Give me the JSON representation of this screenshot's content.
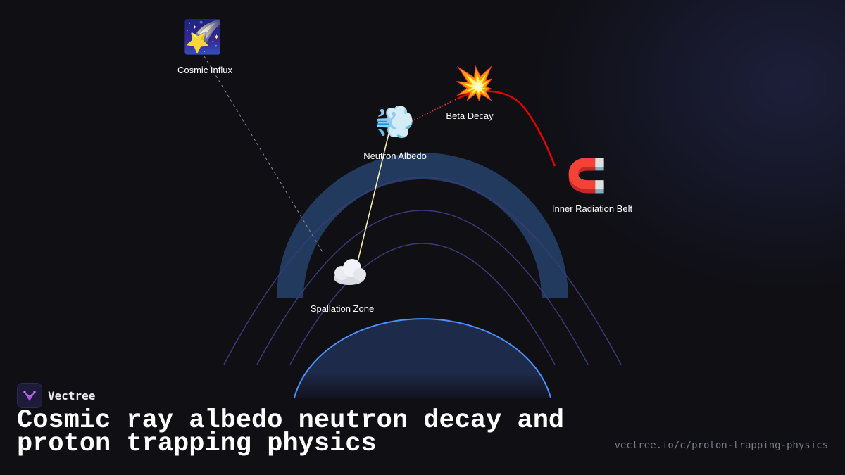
{
  "brand": {
    "name": "Vectree",
    "logo_icon": "vectree-logo-icon"
  },
  "title": "Cosmic ray albedo neutron decay and proton trapping physics",
  "url": "vectree.io/c/proton-trapping-physics",
  "colors": {
    "background": "#0f0f14",
    "planet": "#1e2a4a",
    "planet_edge": "#4a90ff",
    "belt": "#223a5e",
    "field_lines": "#3a3a7a",
    "edge_cosmic": "#8a8a99",
    "edge_neutron": "#f5f0b0",
    "edge_decay": "#e0404a",
    "edge_trap": "#e00000"
  },
  "nodes": [
    {
      "id": "cosmic",
      "label": "Cosmic Influx",
      "icon": "shooting-star-icon",
      "glyph": "🌠"
    },
    {
      "id": "neutron",
      "label": "Neutron Albedo",
      "icon": "dash-wind-icon",
      "glyph": "💨"
    },
    {
      "id": "decay",
      "label": "Beta Decay",
      "icon": "collision-icon",
      "glyph": "💥"
    },
    {
      "id": "belt",
      "label": "Inner Radiation Belt",
      "icon": "magnet-icon",
      "glyph": "🧲"
    },
    {
      "id": "spallation",
      "label": "Spallation Zone",
      "icon": "cloud-icon",
      "glyph": "☁️"
    }
  ],
  "edges": [
    {
      "from": "cosmic",
      "to": "spallation",
      "style": "dashed"
    },
    {
      "from": "spallation",
      "to": "neutron",
      "style": "solid"
    },
    {
      "from": "neutron",
      "to": "decay",
      "style": "dotted"
    },
    {
      "from": "decay",
      "to": "belt",
      "style": "curved"
    }
  ]
}
